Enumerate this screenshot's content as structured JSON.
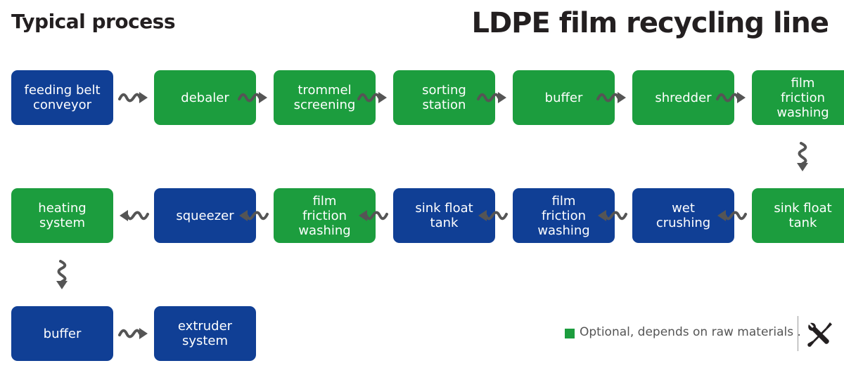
{
  "header": {
    "left_title": "Typical process",
    "right_title": "LDPE film recycling line"
  },
  "colors": {
    "standard": "#103f95",
    "optional": "#1c9d3e",
    "arrow": "#555555"
  },
  "steps": [
    {
      "label": "feeding belt\nconveyor",
      "optional": false
    },
    {
      "label": "debaler",
      "optional": true
    },
    {
      "label": "trommel\nscreening",
      "optional": true
    },
    {
      "label": "sorting\nstation",
      "optional": true
    },
    {
      "label": "buffer",
      "optional": true
    },
    {
      "label": "shredder",
      "optional": true
    },
    {
      "label": "film\nfriction\nwashing",
      "optional": true
    },
    {
      "label": "sink float\ntank",
      "optional": true
    },
    {
      "label": "wet\ncrushing",
      "optional": false
    },
    {
      "label": "film\nfriction\nwashing",
      "optional": false
    },
    {
      "label": "sink float\ntank",
      "optional": false
    },
    {
      "label": "film\nfriction\nwashing",
      "optional": true
    },
    {
      "label": "squeezer",
      "optional": false
    },
    {
      "label": "heating\nsystem",
      "optional": true
    },
    {
      "label": "buffer",
      "optional": false
    },
    {
      "label": "extruder\nsystem",
      "optional": false
    }
  ],
  "legend": {
    "text": "Optional, depends on raw materials .",
    "icon": "tools-icon"
  }
}
